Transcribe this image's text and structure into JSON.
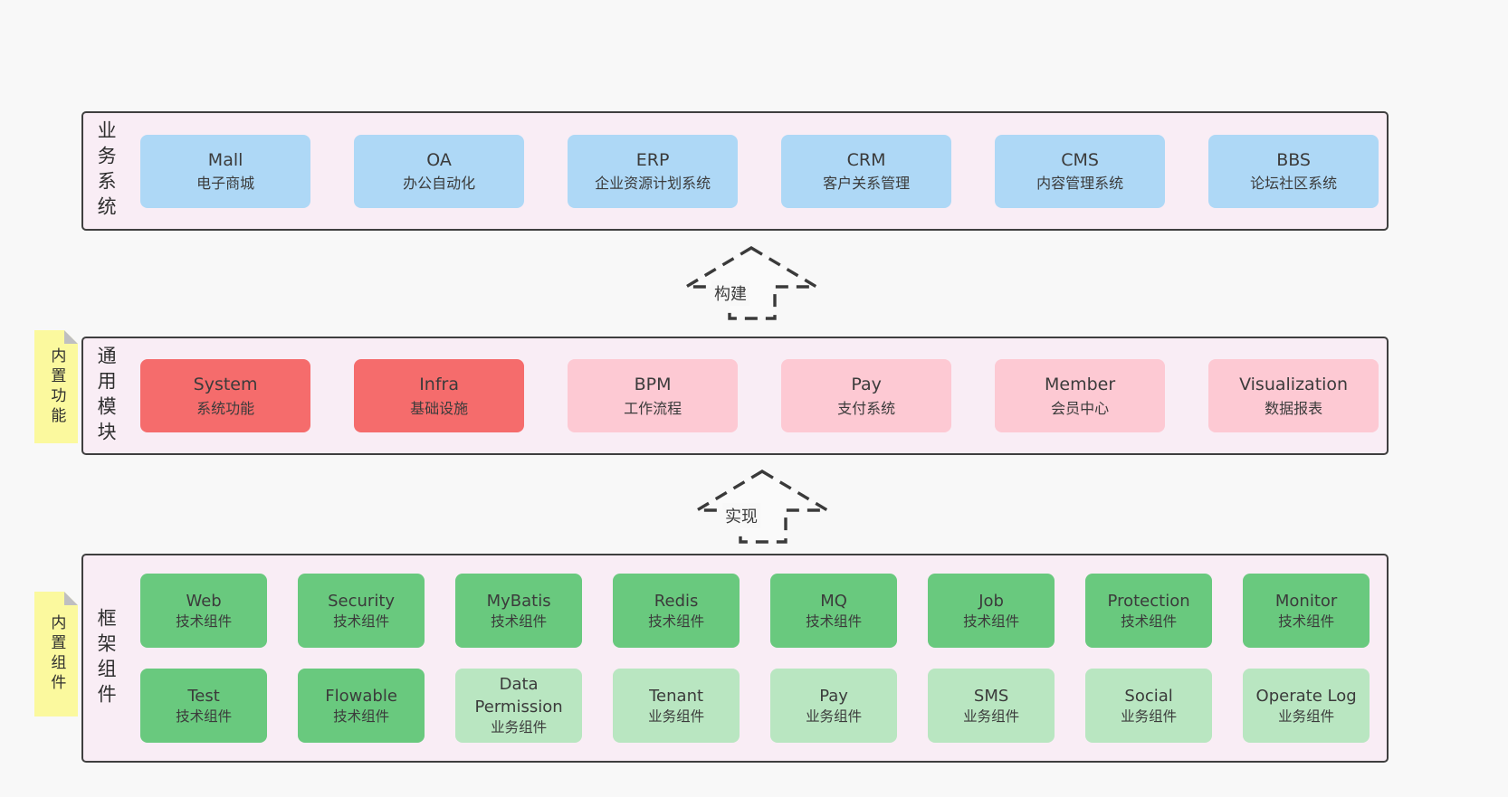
{
  "colors": {
    "page_bg": "#f8f8f8",
    "band_bg": "#f9edf5",
    "band_border": "#3f3f3f",
    "blue_box": "#aed8f6",
    "red_box": "#f56c6c",
    "pink_box": "#fdc9d3",
    "green_box": "#69c97e",
    "light_green_box": "#b9e6c1",
    "sticky_note": "#fbf99e",
    "fold_gray": "#bfbfc1",
    "text": "#3b3b3b"
  },
  "arrows": [
    {
      "label": "构建"
    },
    {
      "label": "实现"
    }
  ],
  "bands": {
    "business": {
      "label": "业务系统",
      "boxes": [
        {
          "title": "Mall",
          "subtitle": "电子商城"
        },
        {
          "title": "OA",
          "subtitle": "办公自动化"
        },
        {
          "title": "ERP",
          "subtitle": "企业资源计划系统"
        },
        {
          "title": "CRM",
          "subtitle": "客户关系管理"
        },
        {
          "title": "CMS",
          "subtitle": "内容管理系统"
        },
        {
          "title": "BBS",
          "subtitle": "论坛社区系统"
        }
      ]
    },
    "modules": {
      "label": "通用模块",
      "note": "内置功能",
      "boxes": [
        {
          "title": "System",
          "subtitle": "系统功能"
        },
        {
          "title": "Infra",
          "subtitle": "基础设施"
        },
        {
          "title": "BPM",
          "subtitle": "工作流程"
        },
        {
          "title": "Pay",
          "subtitle": "支付系统"
        },
        {
          "title": "Member",
          "subtitle": "会员中心"
        },
        {
          "title": "Visualization",
          "subtitle": "数据报表"
        }
      ]
    },
    "components": {
      "label": "框架组件",
      "note": "内置组件",
      "rows": [
        [
          {
            "title": "Web",
            "subtitle": "技术组件"
          },
          {
            "title": "Security",
            "subtitle": "技术组件"
          },
          {
            "title": "MyBatis",
            "subtitle": "技术组件"
          },
          {
            "title": "Redis",
            "subtitle": "技术组件"
          },
          {
            "title": "MQ",
            "subtitle": "技术组件"
          },
          {
            "title": "Job",
            "subtitle": "技术组件"
          },
          {
            "title": "Protection",
            "subtitle": "技术组件"
          },
          {
            "title": "Monitor",
            "subtitle": "技术组件"
          }
        ],
        [
          {
            "title": "Test",
            "subtitle": "技术组件"
          },
          {
            "title": "Flowable",
            "subtitle": "技术组件"
          },
          {
            "title": "Data Permission",
            "subtitle": "业务组件"
          },
          {
            "title": "Tenant",
            "subtitle": "业务组件"
          },
          {
            "title": "Pay",
            "subtitle": "业务组件"
          },
          {
            "title": "SMS",
            "subtitle": "业务组件"
          },
          {
            "title": "Social",
            "subtitle": "业务组件"
          },
          {
            "title": "Operate Log",
            "subtitle": "业务组件"
          }
        ]
      ]
    }
  }
}
